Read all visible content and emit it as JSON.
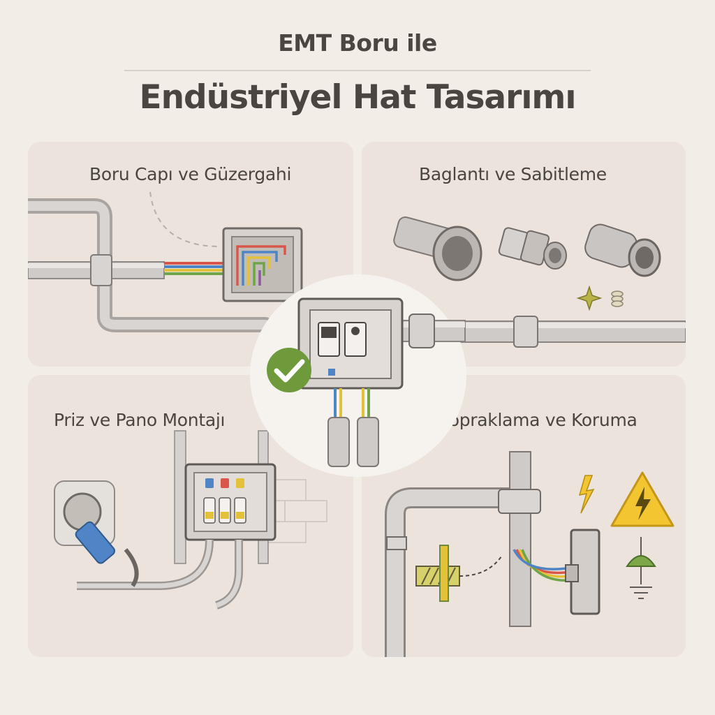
{
  "header": {
    "subtitle": "EMT Boru ile",
    "title": "Endüstriyel Hat Tasarımı"
  },
  "panels": [
    {
      "id": "p1",
      "label": "Boru Capı ve Güzergahi"
    },
    {
      "id": "p2",
      "label": "Baglantı ve Sabitleme"
    },
    {
      "id": "p3",
      "label": "Priz ve Pano Montajı"
    },
    {
      "id": "p4",
      "label": "Topraklama ve Koruma"
    }
  ],
  "colors": {
    "background": "#f3ede7",
    "panel": "#ebe3dc",
    "pipe": "#c9c5c2",
    "check_green": "#6f9a3c",
    "warning_yellow": "#f2c531",
    "wire_red": "#d9574a",
    "wire_blue": "#4f84c6",
    "wire_yellow": "#e3c23a",
    "wire_green": "#6fa548"
  },
  "icons": [
    "check-icon",
    "warning-triangle-icon",
    "lightning-icon",
    "ground-symbol-icon",
    "sparkle-icon",
    "spring-icon"
  ]
}
